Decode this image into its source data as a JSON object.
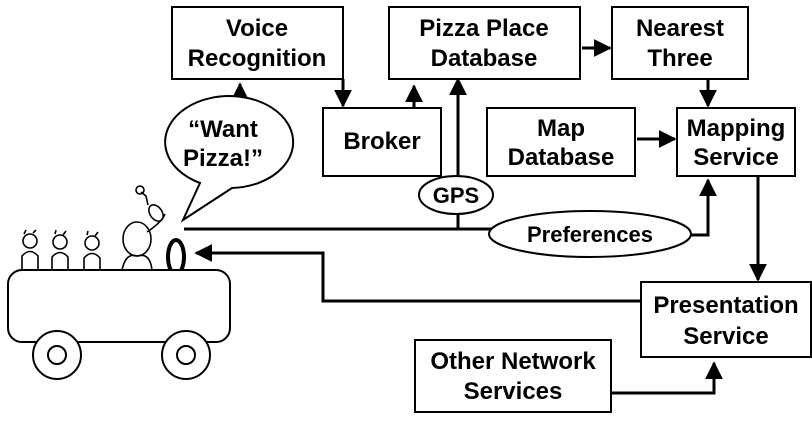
{
  "boxes": {
    "voice_recognition": [
      "Voice",
      "Recognition"
    ],
    "pizza_db": [
      "Pizza Place",
      "Database"
    ],
    "nearest_three": [
      "Nearest",
      "Three"
    ],
    "broker": [
      "Broker"
    ],
    "map_db": [
      "Map",
      "Database"
    ],
    "mapping_service": [
      "Mapping",
      "Service"
    ],
    "presentation_service": [
      "Presentation",
      "Service"
    ],
    "other_network": [
      "Other Network",
      "Services"
    ]
  },
  "bubbles": {
    "speech": [
      "“Want",
      "Pizza!”"
    ],
    "gps": "GPS",
    "preferences": "Preferences"
  }
}
